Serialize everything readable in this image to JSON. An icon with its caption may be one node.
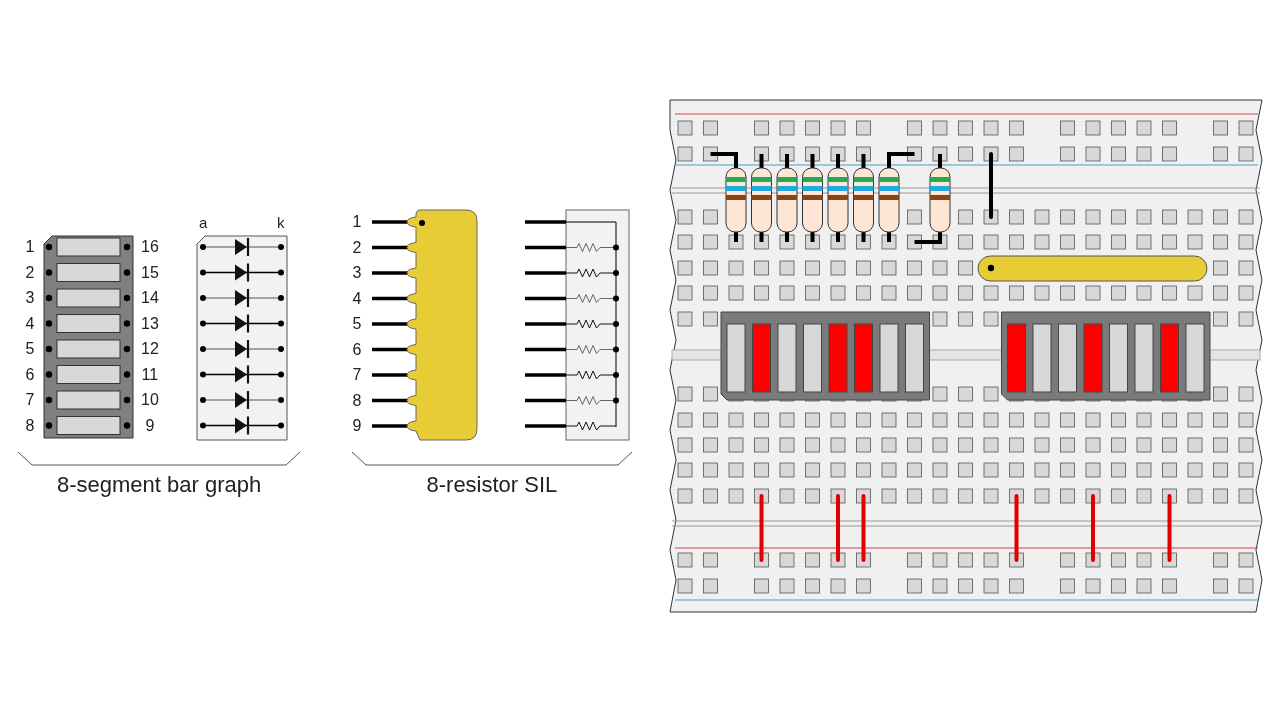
{
  "diagram": {
    "labels": [
      "a",
      "k",
      "1",
      "16",
      "2",
      "15",
      "3",
      "14",
      "4",
      "13",
      "5",
      "12",
      "6",
      "11",
      "7",
      "10",
      "8",
      "9",
      "8-segment bar graph",
      "1",
      "2",
      "3",
      "4",
      "5",
      "6",
      "7",
      "8",
      "9",
      "8-resistor SIL"
    ]
  }
}
